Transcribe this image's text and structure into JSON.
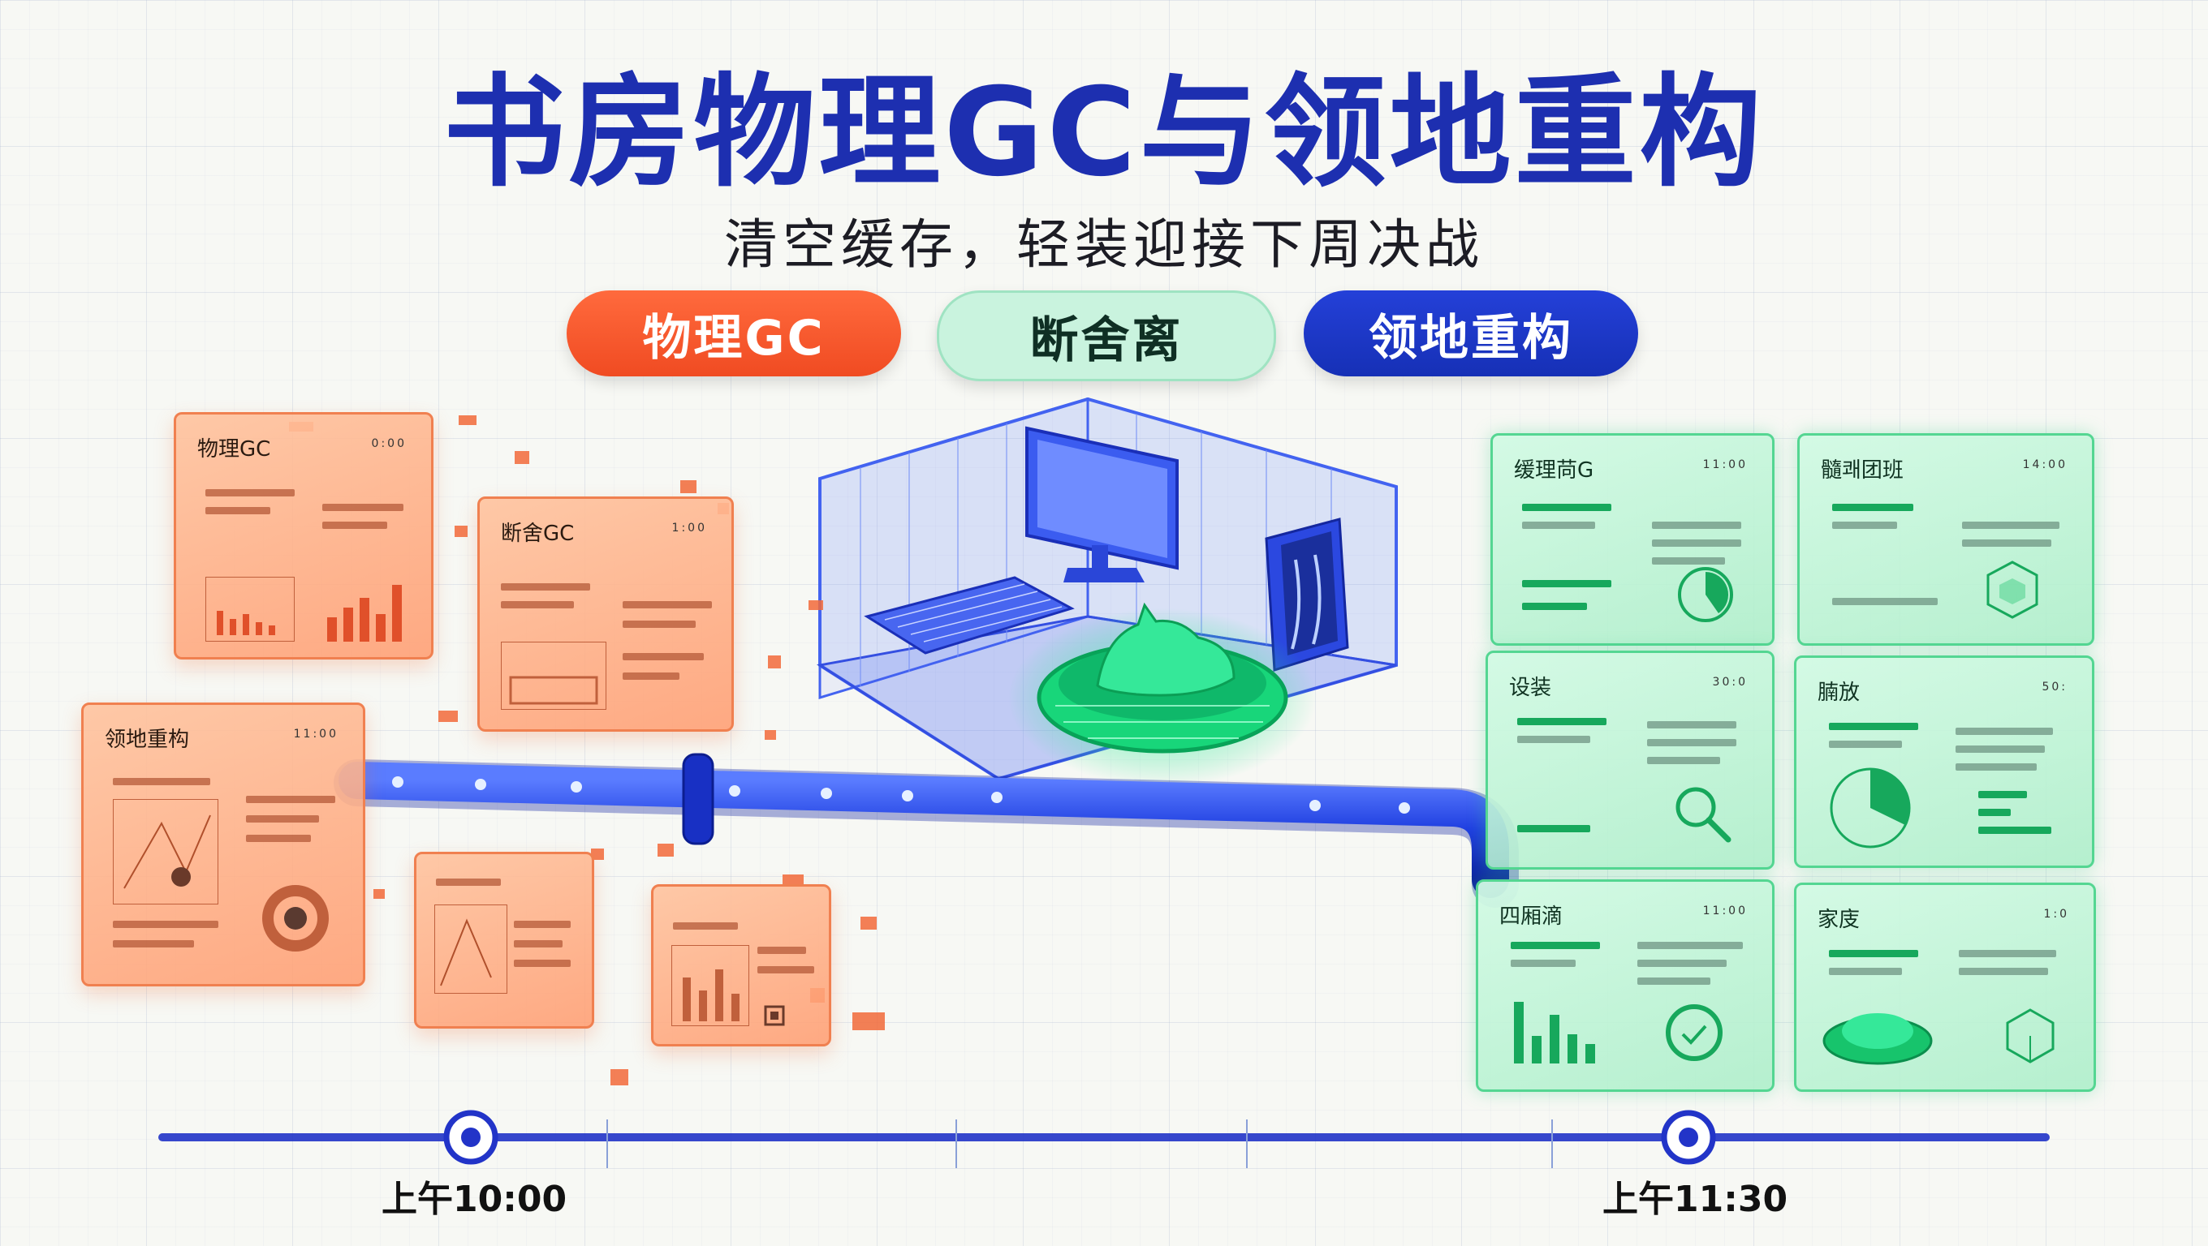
{
  "header": {
    "title": "书房物理GC与领地重构",
    "subtitle": "清空缓存，轻装迎接下周决战"
  },
  "tags": [
    {
      "label": "物理GC",
      "color": "#f04b22"
    },
    {
      "label": "断舍离",
      "color": "#c9f3de"
    },
    {
      "label": "领地重构",
      "color": "#1d2fb0"
    }
  ],
  "left_cards": [
    {
      "label": "物理GC",
      "time": "0:00"
    },
    {
      "label": "断舍GC",
      "time": "1:00"
    },
    {
      "label": "领地重构",
      "time": "11:00"
    }
  ],
  "right_cards": [
    {
      "label": "缓理苘G",
      "time": "11:00"
    },
    {
      "label": "髓쾌团班",
      "time": "14:00"
    },
    {
      "label": "设装",
      "time": "30:0"
    },
    {
      "label": "腩放",
      "time": "50:"
    },
    {
      "label": "四厢滴",
      "time": "11:00"
    },
    {
      "label": "家庋",
      "time": "1:0"
    }
  ],
  "timeline": {
    "start": "上午10:00",
    "end": "上午11:30"
  },
  "colors": {
    "title_blue": "#1d2fb0",
    "accent_orange": "#f04b22",
    "accent_green": "#17a85c",
    "pipe_blue": "#1f3fe0"
  }
}
